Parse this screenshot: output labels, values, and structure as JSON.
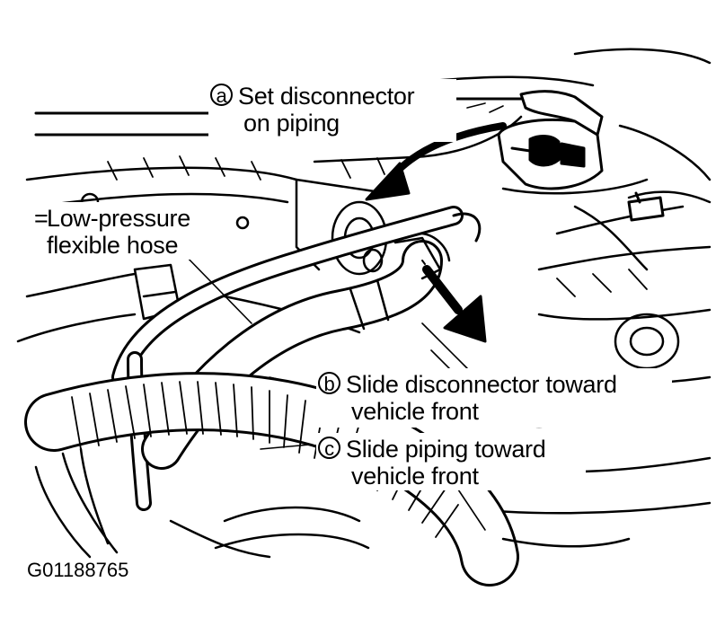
{
  "diagram": {
    "steps": [
      {
        "badge": "a",
        "line1": "Set disconnector",
        "line2": "on piping"
      },
      {
        "badge": "b",
        "line1": "Slide disconnector toward",
        "line2": "vehicle front"
      },
      {
        "badge": "c",
        "line1": "Slide piping toward",
        "line2": "vehicle front"
      }
    ],
    "part_label": {
      "line1": "Low-pressure",
      "line2": "flexible hose"
    },
    "reference_code": "G01188765"
  }
}
